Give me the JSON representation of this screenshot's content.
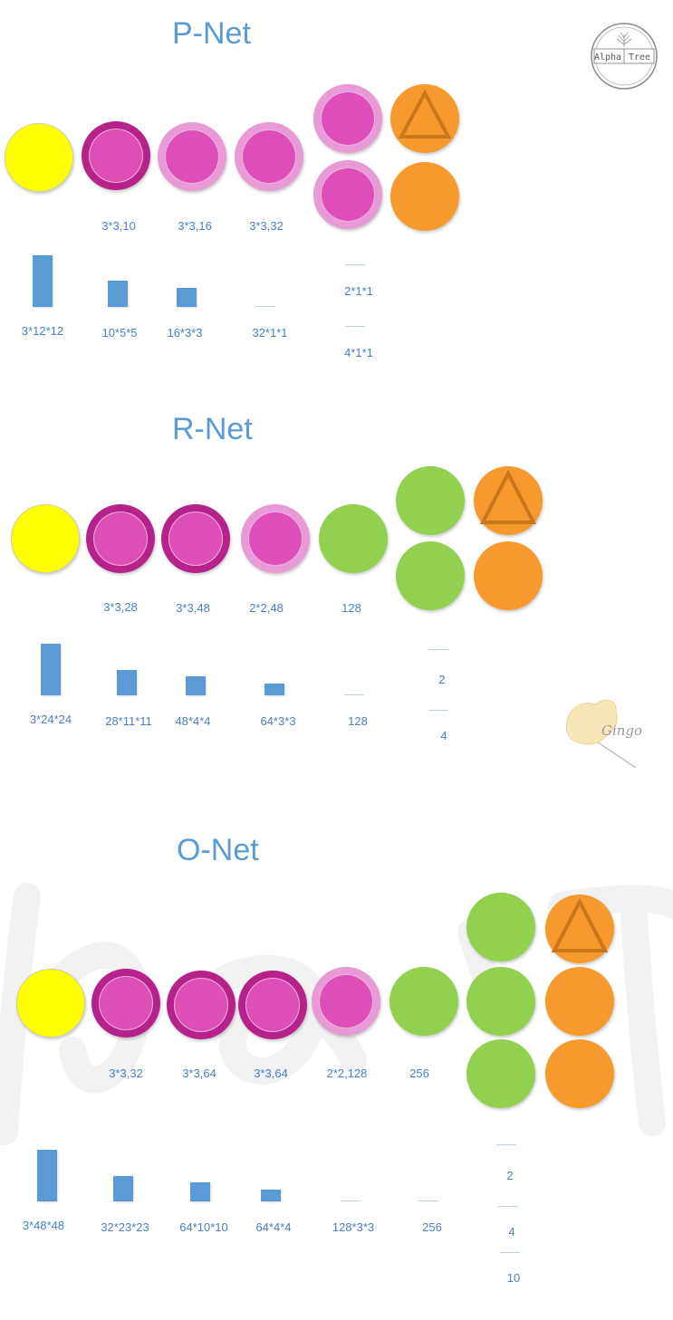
{
  "logo": {
    "text_left": "Alpha",
    "text_right": "Tree"
  },
  "gingo_logo": {
    "text": "Gingo"
  },
  "sections": [
    {
      "title": "P-Net",
      "layer_labels": [
        "3*3,10",
        "3*3,16",
        "3*3,32"
      ],
      "output_labels": [
        "2*1*1",
        "4*1*1"
      ],
      "map_labels": [
        "3*12*12",
        "10*5*5",
        "16*3*3",
        "32*1*1"
      ]
    },
    {
      "title": "R-Net",
      "layer_labels": [
        "3*3,28",
        "3*3,48",
        "2*2,48",
        "128"
      ],
      "output_labels": [
        "2",
        "4"
      ],
      "map_labels": [
        "3*24*24",
        "28*11*11",
        "48*4*4",
        "64*3*3",
        "128"
      ]
    },
    {
      "title": "O-Net",
      "layer_labels": [
        "3*3,32",
        "3*3,64",
        "3*3,64",
        "2*2,128",
        "256"
      ],
      "output_labels": [
        "2",
        "4",
        "10"
      ],
      "map_labels": [
        "3*48*48",
        "32*23*23",
        "64*10*10",
        "64*4*4",
        "128*3*3",
        "256"
      ]
    }
  ],
  "colors": {
    "input": "#ffff00",
    "conv_dark_ring": "#b5228a",
    "conv_light_ring": "#e79ad3",
    "conv_core": "#dd4fb8",
    "fully_connected": "#92d050",
    "output": "#f79a2e",
    "bar": "#5b9bd5",
    "title": "#5b9bd5",
    "label": "#4a7fc1"
  }
}
